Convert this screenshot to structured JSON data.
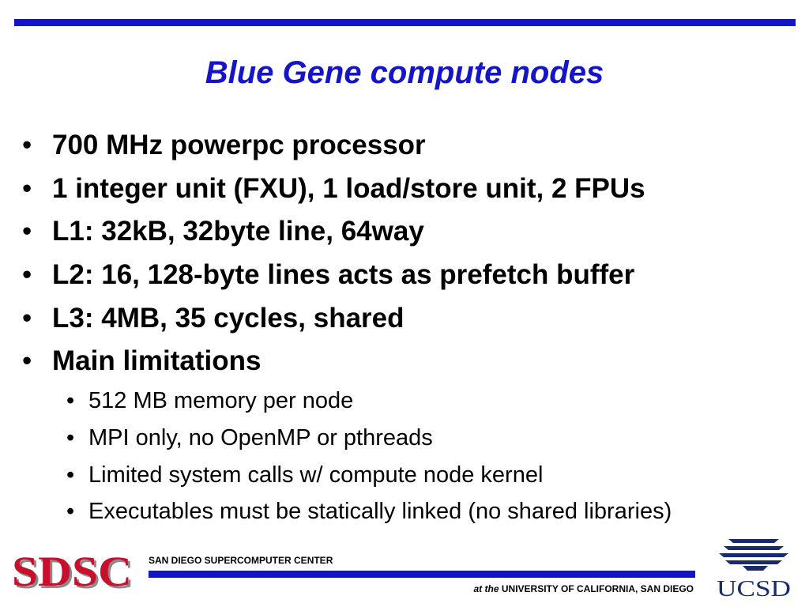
{
  "slide": {
    "title": "Blue Gene compute nodes"
  },
  "bullets": {
    "level1": [
      "700 MHz powerpc processor",
      "1 integer unit (FXU), 1 load/store unit, 2 FPUs",
      "L1: 32kB, 32byte line, 64way",
      "L2: 16, 128-byte lines acts as prefetch buffer",
      "L3: 4MB, 35 cycles, shared",
      "Main limitations"
    ],
    "level2": [
      "512 MB memory per node",
      "MPI only, no OpenMP or pthreads",
      "Limited system calls w/ compute node kernel",
      "Executables must be statically linked (no shared libraries)"
    ],
    "bullet_glyph": "•"
  },
  "footer": {
    "sdsc_logo_text": "SDSC",
    "center_name": "SAN DIEGO SUPERCOMPUTER CENTER",
    "at_the": "at the",
    "university": "UNIVERSITY OF CALIFORNIA, SAN DIEGO",
    "ucsd_logo_text": "UCSD"
  },
  "colors": {
    "accent_blue": "#1414c8",
    "sdsc_red": "#c8102e",
    "ucsd_navy": "#182b6e"
  }
}
